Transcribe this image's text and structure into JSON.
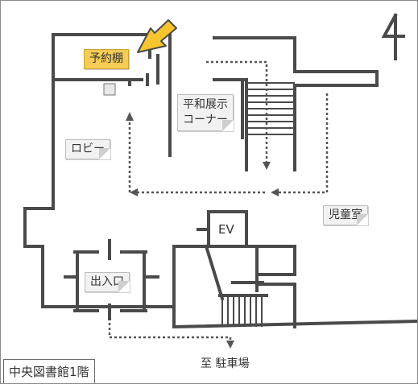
{
  "map": {
    "floor_title": "中央図書館1階",
    "rooms": {
      "reservation_shelf": "予約棚",
      "lobby": "ロビー",
      "peace_exhibit_line1": "平和展示",
      "peace_exhibit_line2": "コーナー",
      "childrens_room": "児童室",
      "elevator": "EV",
      "entrance": "出入口",
      "to_parking": "至 駐車場"
    },
    "colors": {
      "highlight": "#f7cc55",
      "arrow_marker": "#f7c62e",
      "walls": "#4a4a4a"
    },
    "icons": [
      "north-arrow-icon",
      "pointer-arrow-icon"
    ]
  }
}
